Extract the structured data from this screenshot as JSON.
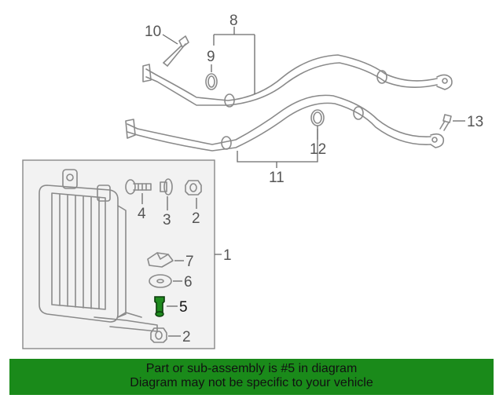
{
  "callouts": {
    "c1": "1",
    "c2a": "2",
    "c2b": "2",
    "c3": "3",
    "c4": "4",
    "c5": "5",
    "c6": "6",
    "c7": "7",
    "c8": "8",
    "c9": "9",
    "c10": "10",
    "c11": "11",
    "c12": "12",
    "c13": "13"
  },
  "highlighted_part": "5",
  "colors": {
    "banner": "#1a8a1a",
    "highlight_part": "#1f8a1f",
    "lines": "#8a8a8a"
  },
  "banner": {
    "line1": "Part or sub-assembly is #5 in diagram",
    "line2": "Diagram may not be specific to your vehicle"
  }
}
